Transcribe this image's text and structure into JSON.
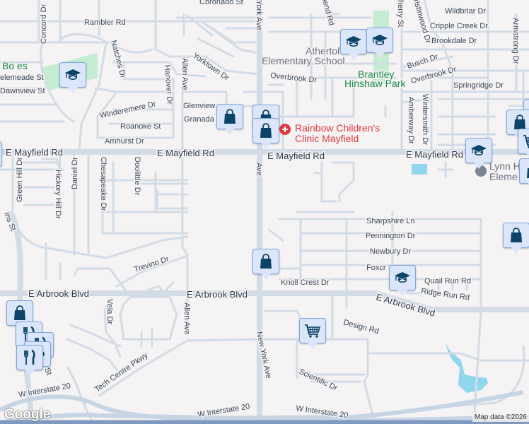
{
  "map": {
    "colors": {
      "background": "#f5f3f3",
      "road": "#d3dce6",
      "highway": "#7f99c0",
      "park": "#c4ecd0",
      "water": "#8fd6ee",
      "marker_fill": "#dbe6fb",
      "marker_icon": "#0b4466",
      "poi_red": "#e0393e",
      "park_text": "#1e8a4e"
    },
    "streets": {
      "coronado": "Coronado St",
      "rambler": "Rambler Rd",
      "concord": "Concord Dr",
      "natches": "Natches Dr",
      "hanover": "Hanover Dr",
      "allen_n": "Allen Ave",
      "yorktown": "Yorktown Dr",
      "elemeade": "elemeade St",
      "dawnview": "Dawnview St",
      "winderemere": "Winderemere Dr",
      "roanoke": "Roanoke St",
      "amhurst": "Amhurst Dr",
      "glenview": "Glenview",
      "granada": "Granada",
      "mayfield_w": "E Mayfield Rd",
      "mayfield_c": "E Mayfield Rd",
      "mayfield_e": "E Mayfield Rd",
      "green_hill": "Green Hill Dr",
      "hickory_hill": "Hickory Hill Dr",
      "daniel": "Daniel Dr",
      "chesapeake": "Chesapeake Dr",
      "doolittle": "Doolittle Dr",
      "ny_top": "York Ave",
      "ny_mid": "Ave",
      "ny_bottom": "New York Ave",
      "bend": "lend Rd",
      "cherry": "herry St",
      "wildbriar": "Wildbriar Dr",
      "cripple_creek": "Cripple Creek Dr",
      "brookdale": "Brookdale Dr",
      "busch": "Busch Dr",
      "overbrook_w": "Overbrook Dr",
      "overbrook_e": "Overbrook Dr",
      "springridge": "Springridge Dr",
      "armstrong": "Armstrong Dr",
      "cristinwood": "ristinwood Dr",
      "amberway": "Amberway Dr",
      "wintersmith": "Wintersmith Dr",
      "sharpshire": "Sharpshire Ln",
      "pennington": "Pennington Dr",
      "newbury": "Newbury Dr",
      "foxcroft": "Foxcr",
      "knoll_crest": "Knoll Crest Dr",
      "quail_run": "Quail Run Rd",
      "ridge_run": "Ridge Run Rd",
      "arbrook_w": "E Arbrook Blvd",
      "arbrook_c": "E Arbrook Blvd",
      "arbrook_e": "E Arbrook Blvd",
      "trevino": "Trevino Dr",
      "vela": "Vela Dr",
      "allen_s": "Allen Ave",
      "tech_centre": "Tech Centre Pkwy",
      "design": "Design Rd",
      "scientific": "Scientific Dr",
      "i20_w": "W Interstate 20",
      "i20_c": "W Interstate 20",
      "i20_e": "W Interstate 20",
      "cooper_n": "ins St",
      "cooper_s": "St"
    },
    "places": {
      "bowles": "Bo      es",
      "atherton_1": "Athertol",
      "atherton_2": "Elementary School",
      "brantley_1": "Brantley",
      "brantley_2": "Hinshaw Park",
      "rainbow_1": "Rainbow Children's",
      "rainbow_2": "Clinic Mayfield",
      "lynn_1": "Lynn H",
      "lynn_2": "Eleme"
    },
    "markers": [
      {
        "type": "school",
        "icon": "graduation-cap"
      },
      {
        "type": "school",
        "icon": "graduation-cap"
      },
      {
        "type": "school",
        "icon": "graduation-cap"
      },
      {
        "type": "shopping",
        "icon": "shopping-bag"
      },
      {
        "type": "shopping",
        "icon": "shopping-bag"
      },
      {
        "type": "shopping",
        "icon": "shopping-bag"
      },
      {
        "type": "school",
        "icon": "graduation-cap"
      },
      {
        "type": "shopping",
        "icon": "shopping-bag"
      },
      {
        "type": "grocery",
        "icon": "shopping-cart"
      },
      {
        "type": "shopping",
        "icon": "shopping-bag"
      },
      {
        "type": "shopping",
        "icon": "shopping-bag"
      },
      {
        "type": "school",
        "icon": "graduation-cap"
      },
      {
        "type": "shopping",
        "icon": "shopping-bag"
      },
      {
        "type": "grocery",
        "icon": "shopping-cart"
      },
      {
        "type": "shopping",
        "icon": "shopping-bag"
      },
      {
        "type": "restaurant",
        "icon": "fork-knife"
      },
      {
        "type": "restaurant",
        "icon": "fork-knife"
      },
      {
        "type": "cafe",
        "icon": "coffee-cup"
      },
      {
        "type": "restaurant",
        "icon": "fork-knife"
      }
    ],
    "logo": "Google",
    "attribution": "Map data ©2026"
  }
}
